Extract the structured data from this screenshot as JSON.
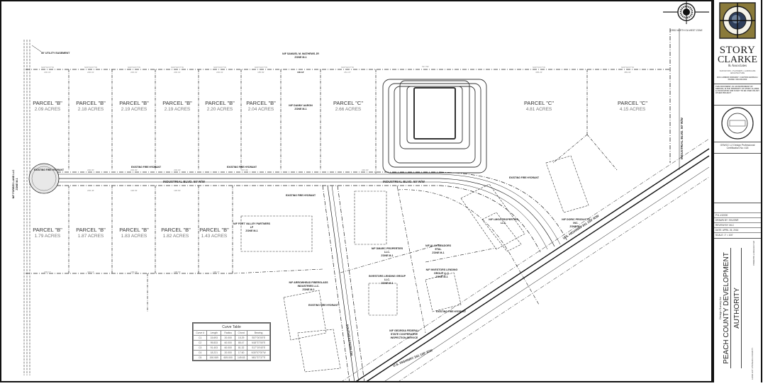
{
  "title_block": {
    "firm": {
      "name_line1": "STORY",
      "name_line2": "CLARKE",
      "name_line3": "& Associates",
      "services": "SURVEYORS • PLANNERS • LANDSCAPE ARCHITECTURE",
      "address": "203 E ARMOR PARKWAY / CANTON GEORGIA / PHONE: 000.000.0000"
    },
    "disclaimer": "THIS DOCUMENT, AS AN INSTRUMENT OF SERVICE, IS THE PROPERTY OF STORY CLARKE & ASSOCIATES AND IS NOT TO BE USED ON ANY OTHER PROJECT",
    "seal_text": "GEORGIA REGISTERED LAND SURVEYOR",
    "certification": "GSWCC L2 Design Professional Certification No: 418",
    "project_info": [
      {
        "label": "P.N. #10000"
      },
      {
        "label": "DRAWN BY: SHJ/JWR"
      },
      {
        "label": "REVIEW BY: MLC"
      },
      {
        "label": "DATE: APRIL 26, 2016"
      },
      {
        "label": "SCALE: 1\" = 100'"
      }
    ],
    "district": "9TH DISTRICT GEORGIA",
    "subtitle": "Design Survey for",
    "client_line1": "PEACH COUNTY DEVELOPMENT",
    "client_line2": "AUTHORITY",
    "land_lot": "LAND LOT 178 PEACH COUNTY"
  },
  "north_arrow": {
    "label": "GRID NORTH GA WEST ZONE"
  },
  "plan": {
    "utility_easement": "50' UTILITY EASEMENT",
    "roads": [
      {
        "label": "INDUSTRIAL BLVD. 50' R/W"
      },
      {
        "label": "INDUSTRIAL BLVD. 50' R/W"
      },
      {
        "label": "INDUSTRIAL BLVD. 50' R/W"
      },
      {
        "label": "U.S. HIGHWAY 341  150' R/W"
      },
      {
        "label": "U.S. HIGHWAY 341  100' R/W"
      },
      {
        "label": "SOUTHEASTERN DR."
      }
    ],
    "parcels_north": [
      {
        "name": "PARCEL \"B\"",
        "acres": "2.09 ACRES"
      },
      {
        "name": "PARCEL \"B\"",
        "acres": "2.18 ACRES"
      },
      {
        "name": "PARCEL \"B\"",
        "acres": "2.19 ACRES"
      },
      {
        "name": "PARCEL \"B\"",
        "acres": "2.19 ACRES"
      },
      {
        "name": "PARCEL \"B\"",
        "acres": "2.20 ACRES"
      },
      {
        "name": "PARCEL \"B\"",
        "acres": "2.04 ACRES"
      },
      {
        "name": "PARCEL \"C\"",
        "acres": "2.66 ACRES"
      },
      {
        "name": "PARCEL \"C\"",
        "acres": "4.81 ACRES"
      },
      {
        "name": "PARCEL \"C\"",
        "acres": "4.15 ACRES"
      }
    ],
    "parcels_south": [
      {
        "name": "PARCEL \"B\"",
        "acres": "1.79 ACRES"
      },
      {
        "name": "PARCEL \"B\"",
        "acres": "1.87 ACRES"
      },
      {
        "name": "PARCEL \"B\"",
        "acres": "1.83 ACRES"
      },
      {
        "name": "PARCEL \"B\"",
        "acres": "1.82 ACRES"
      },
      {
        "name": "PARCEL \"B\"",
        "acres": "1.43 ACRES"
      }
    ],
    "owners": [
      {
        "line1": "N/F SAMUEL M. MATHEWS JR",
        "line2": "ZONE M-1"
      },
      {
        "line1": "N/F DANNY AARON",
        "line2": "ZONE M-1"
      },
      {
        "line1": "N/F FORT VALLEY PARTNERS",
        "line2": "LP",
        "line3": "ZONE M-1"
      },
      {
        "line1": "N/F DMARC PROPERTIES",
        "line2": "LLC.",
        "line3": "ZONE M-1"
      },
      {
        "line1": "N/F ALAN MEADORS",
        "line2": "ETAL",
        "line3": "ZONE M-1"
      },
      {
        "line1": "N/F LMGA PROPERTIES",
        "line2": "LLC."
      },
      {
        "line1": "N/F DORIC PRODUCTS",
        "line2": "INC.",
        "line3": "ZONE M-1"
      },
      {
        "line1": "INVESTORS LENDING GROUP",
        "line2": "LLC.",
        "line3": "ZONE M-1"
      },
      {
        "line1": "N/F INVESTORS LENDING",
        "line2": "GROUP LLC.",
        "line3": "ZONE M-1"
      },
      {
        "line1": "N/F ARROWHEAD FIBERGLASS",
        "line2": "INDUSTRIES LLC.",
        "line3": "ZONE M-1"
      },
      {
        "line1": "N/F GEORGIA FEDERAL",
        "line2": "STATE COOPERATIVE",
        "line3": "INSPECTION SERVICE"
      },
      {
        "line1": "N/F FORBES LAND LLC",
        "line2": "ZONE M-1"
      }
    ],
    "hydrant_label": "EXISTING FIRE HYDRANT",
    "dimensions": {
      "top_line": [
        "200.01'",
        "200.01'",
        "200.01'",
        "200.01'",
        "200.01'",
        "185.82'",
        "180.18'",
        "261.37'",
        "517.59'",
        "458.23'",
        "389.04'"
      ],
      "bearing_top": "N00°01'07\"W",
      "bottom_line": [
        "206.17'",
        "320.14'",
        "199.19'",
        "198.69'",
        "198.37'"
      ],
      "road_north": [
        "200.00'",
        "200.00'",
        "200.00'",
        "187.39'",
        "240.00'"
      ],
      "road_south": [
        "206.46'",
        "196.54'",
        "196.60'"
      ]
    }
  },
  "curve_table": {
    "title": "Curve Table",
    "headers": [
      "Curve #",
      "Length",
      "Radius",
      "Chord",
      "Bearing"
    ],
    "rows": [
      [
        "C1",
        "15.693",
        "20.000",
        "15.29",
        "S57°00'00\"E"
      ],
      [
        "C2",
        "95.833",
        "60.000",
        "85.47",
        "N18°37'50\"E"
      ],
      [
        "C3",
        "91.403",
        "60.000",
        "81.32",
        "S17°19'40\"E"
      ],
      [
        "C4",
        "18.221",
        "20.000",
        "17.60",
        "N30°07'00\"W"
      ],
      [
        "C5",
        "150.069",
        "609.000",
        "149.63",
        "N51°37'37\"E"
      ]
    ]
  }
}
